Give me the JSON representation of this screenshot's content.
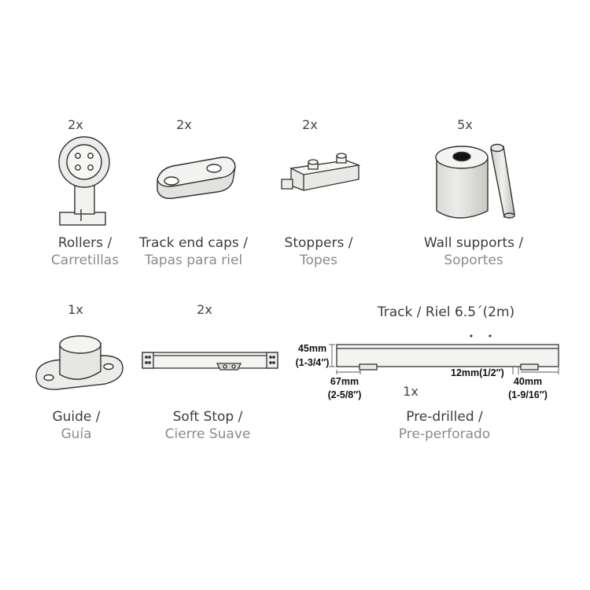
{
  "items": [
    {
      "id": "rollers",
      "qty": "2x",
      "en": "Rollers",
      "es": "Carretillas"
    },
    {
      "id": "track-end-caps",
      "qty": "2x",
      "en": "Track end caps",
      "es": "Tapas para riel"
    },
    {
      "id": "stoppers",
      "qty": "2x",
      "en": "Stoppers",
      "es": "Topes"
    },
    {
      "id": "wall-supports",
      "qty": "5x",
      "en": "Wall supports",
      "es": "Soportes"
    },
    {
      "id": "guide",
      "qty": "1x",
      "en": "Guide",
      "es": "Guía"
    },
    {
      "id": "soft-stop",
      "qty": "2x",
      "en": "Soft Stop",
      "es": "Cierre Suave"
    },
    {
      "id": "pre-drilled",
      "qty": "1x",
      "en": "Pre-drilled",
      "es": "Pre-perforado"
    }
  ],
  "separator": "/",
  "track": {
    "title_en": "Track",
    "title_es": "Riel 6.5´(2m)",
    "dims": {
      "height_mm": "45mm",
      "height_in": "(1-3/4″)",
      "left_offset_mm": "67mm",
      "left_offset_in": "(2-5/8″)",
      "gap_label": "12mm(1/2″)",
      "right_offset_mm": "40mm",
      "right_offset_in": "(1-9/16″)"
    }
  }
}
